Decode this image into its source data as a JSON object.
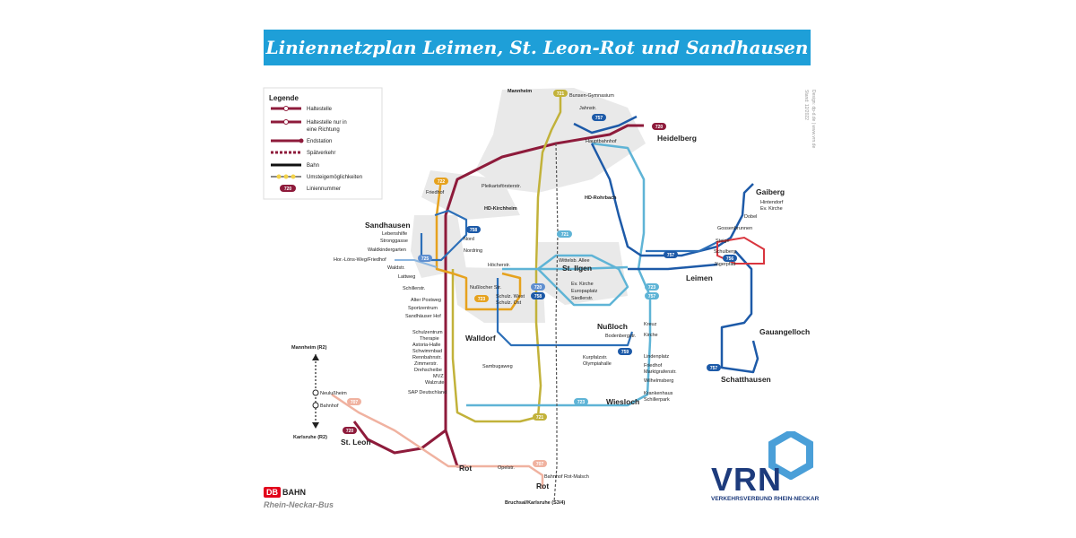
{
  "title": "Liniennetzplan Leimen, St. Leon-Rot und Sandhausen",
  "legend": {
    "heading": "Legende",
    "items": [
      {
        "label": "Haltestelle",
        "icon": "stop-icon"
      },
      {
        "label": "Haltestelle nur in",
        "label2": "eine Richtung",
        "icon": "one-way-stop-icon"
      },
      {
        "label": "Endstation",
        "icon": "terminus-icon"
      },
      {
        "label": "Spätverkehr",
        "icon": "late-service-icon"
      },
      {
        "label": "Bahn",
        "icon": "rail-icon"
      },
      {
        "label": "Umsteigemöglichkeiten",
        "icon": "interchange-icon"
      },
      {
        "label": "Liniennummer",
        "icon": "line-number-icon",
        "sample": "720"
      }
    ]
  },
  "side_text": [
    "Stand: 12/2022",
    "Design: dp-d.de | www.vrn.de"
  ],
  "regions": {
    "heidelberg": "Heidelberg",
    "hd_kirchheim": "HD-Kirchheim",
    "hd_rohrbach": "HD-Rohrbach",
    "sandhausen": "Sandhausen",
    "st_ilgen": "St. Ilgen",
    "walldorf": "Walldorf",
    "nussloch": "Nußloch",
    "leimen": "Leimen",
    "gaiberg": "Gaiberg",
    "gauangelloch": "Gauangelloch",
    "schatthausen": "Schatthausen",
    "wiesloch": "Wiesloch",
    "st_leon": "St. Leon",
    "rot_west": "Rot",
    "rot_south": "Rot",
    "mannheim": "Mannheim"
  },
  "rail": {
    "north": "Mannheim (R2)",
    "south": "Karlsruhe (R2)",
    "stop1": "Neulußheim",
    "stop2": "Bahnhof",
    "bruchsal": "Bruchsal/Karlsruhe (S3/4)",
    "bf_rot_malsch": "Bahnhof Rot-Malsch"
  },
  "stops": {
    "bunsen": "Bunsen-Gymnasium",
    "jahnstr": "Jahnstr.",
    "hauptbahnhof": "Hauptbahnhof",
    "pleikartsf": "Pleikartsförsterstr.",
    "friedhof": "Friedhof",
    "lebenshilfe": "Lebenshilfe",
    "stronggasse": "Stronggasse",
    "waldkindergarten": "Waldkindergarten",
    "hor_friedhof": "Hor.-Löns-Weg/Friedhof",
    "waldstr": "Waldstr.",
    "lattweg": "Lattweg",
    "schillerstr": "Schillerstr.",
    "nord": "Nord",
    "hoecherstr": "Höcherstr.",
    "nordring": "Nordring",
    "alter_postweg": "Alter Postweg",
    "sportzentrum": "Sportzentrum",
    "sandhaeuser_hof": "Sandhäuser Hof",
    "walldorfer_str": "Nußlocher Str.",
    "schulz_west": "Schulz. West",
    "schulz_ost": "Schulz. Ost",
    "wittelsb": "Wittelsb. Allee",
    "ev_kirche": "Ev. Kirche",
    "europaplatz": "Europaplatz",
    "siedlerstr": "Siedlerstr.",
    "schulzentrum": "Schulzentrum",
    "therapie": "Therapie",
    "astoria": "Astoria-Halle",
    "schwimmbad": "Schwimmbad",
    "rennbahnstr": "Rennbahnstr.",
    "zimmerstr": "Zimmerstr.",
    "drehscheibe": "Drehscheibe",
    "mvz": "MVZ",
    "walzrute": "Walzrute",
    "sap_deutschland": "SAP Deutschland",
    "sambugaweg": "Sambugaweg",
    "bahnhof_rot_malsch": "Bahnhof Rot-Malsch",
    "opelstr": "Opelstr.",
    "kreuz": "Kreuz",
    "kirche": "Kirche",
    "lindenplatz": "Lindenplatz",
    "friedhof2": "Friedhof",
    "marktgrafenstr": "Marktgrafenstr.",
    "wilhelmsberg": "Wilhelmsberg",
    "krankenhaus": "Krankenhaus",
    "schillerpark": "Schillerpark",
    "bodenstr": "Bodenbergstr.",
    "kurpfalzstr": "Kurpfalzstr.",
    "olympiahalle": "Olympiahalle",
    "gossenbrunnen": "Gossenbrunnen",
    "steige": "Steige",
    "schulberg": "Schulberg",
    "jaegerpfad": "Jägerpfad",
    "hintendorf": "Hintendorf",
    "ev_kirche2": "Ev. Kirche",
    "dobel": "Dobel"
  },
  "badges": [
    {
      "label": "721",
      "color": "#c2b23a"
    },
    {
      "label": "757",
      "color": "#1d5aa8"
    },
    {
      "label": "720",
      "color": "#8e1b3b"
    },
    {
      "label": "722",
      "color": "#e6a21e"
    },
    {
      "label": "758",
      "color": "#1d5aa8"
    },
    {
      "label": "723",
      "color": "#5fb4d6"
    },
    {
      "label": "721",
      "color": "#5fb4d6"
    },
    {
      "label": "757",
      "color": "#1d5aa8"
    },
    {
      "label": "725",
      "color": "#5f8fd0"
    },
    {
      "label": "723",
      "color": "#e6a21e"
    },
    {
      "label": "720",
      "color": "#5f8fd0"
    },
    {
      "label": "758",
      "color": "#1d5aa8"
    },
    {
      "label": "723",
      "color": "#5fb4d6"
    },
    {
      "label": "757",
      "color": "#5fb4d6"
    },
    {
      "label": "756",
      "color": "#1d5aa8"
    },
    {
      "label": "759",
      "color": "#1d5aa8"
    },
    {
      "label": "723",
      "color": "#5fb4d6"
    },
    {
      "label": "721",
      "color": "#c2b23a"
    },
    {
      "label": "757",
      "color": "#1d5aa8"
    },
    {
      "label": "720",
      "color": "#8e1b3b"
    },
    {
      "label": "707",
      "color": "#f0b2a0"
    },
    {
      "label": "707",
      "color": "#f0b2a0"
    }
  ],
  "operator_db": {
    "box": "DB",
    "word": "BAHN",
    "sub": "Rhein-Neckar-Bus"
  },
  "operator_vrn": {
    "word": "VRN",
    "sub": "VERKEHRSVERBUND RHEIN-NECKAR"
  },
  "colors": {
    "title_bar": "#1e9fd8",
    "line_720": "#8e1b3b",
    "line_721": "#c2b23a",
    "line_722": "#e6a21e",
    "line_723": "#5fb4d6",
    "line_757": "#1d5aa8",
    "line_725": "#5f8fd0",
    "line_707": "#f0b2a0",
    "rail": "#222222",
    "vrn": "#1d3b7c",
    "db_red": "#e2001a"
  }
}
